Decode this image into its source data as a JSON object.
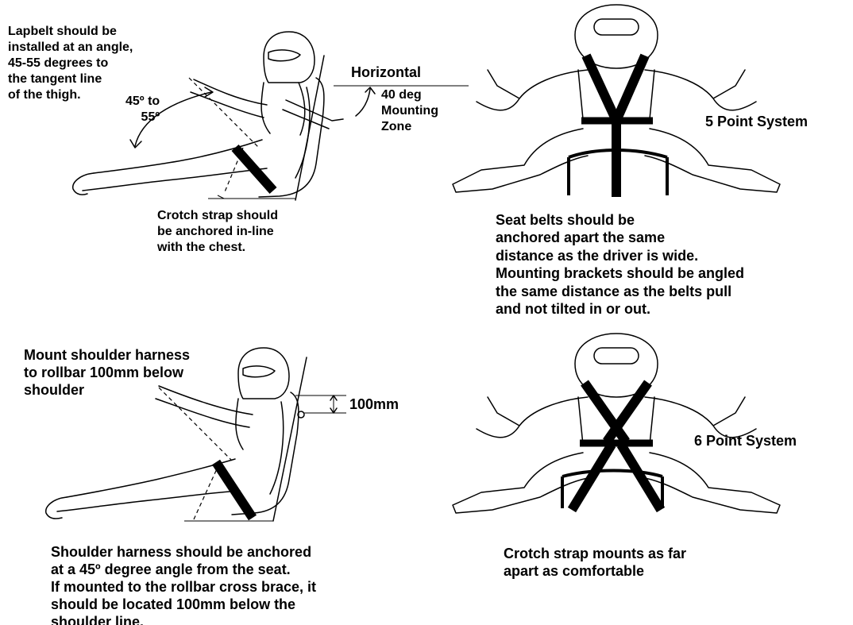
{
  "top_left": {
    "lapbelt_note": "Lapbelt should be\ninstalled at an angle,\n45-55 degrees to\nthe tangent line\nof the thigh.",
    "angle_label": "45º to\n55º",
    "horizontal_label": "Horizontal",
    "mounting_zone_label": "40 deg\nMounting\nZone",
    "crotch_note": "Crotch strap should\nbe anchored in-line\nwith the chest."
  },
  "top_right": {
    "system_label": "5 Point System",
    "seat_belt_note": "Seat belts should be\nanchored apart the same\ndistance as the driver is wide.\nMounting brackets should be angled\nthe same distance as the belts pull\nand not tilted in or out."
  },
  "bottom_left": {
    "shoulder_mount_note": "Mount shoulder harness\nto rollbar 100mm below\nshoulder",
    "distance_label": "100mm",
    "shoulder_anchor_note": "Shoulder harness should be anchored\nat a 45º degree angle from the seat.\nIf mounted to the rollbar cross brace, it\nshould be located 100mm below the\nshoulder line."
  },
  "bottom_right": {
    "system_label": "6 Point System",
    "crotch_mount_note": "Crotch strap mounts as far\napart as comfortable"
  }
}
